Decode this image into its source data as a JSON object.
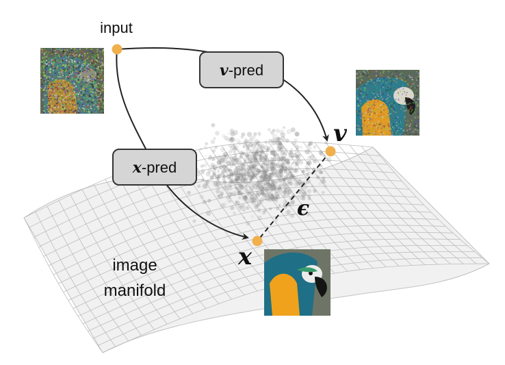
{
  "labels": {
    "input": "input",
    "manifold_line1": "image",
    "manifold_line2": "manifold",
    "v_pred_symbol": "v",
    "v_pred_suffix": "-pred",
    "x_pred_symbol": "x",
    "x_pred_suffix": "-pred",
    "v_point": "v",
    "x_point": "x",
    "epsilon": "ϵ"
  },
  "colors": {
    "point": "#f0b04e",
    "box_fill": "#d5d5d5",
    "box_stroke": "#333333",
    "arrow": "#222222",
    "grid": "#b8b8b8",
    "manifold_fill": "#f1f1f1",
    "scatter": "#8a8a8a"
  },
  "icons": {
    "input_image": "noisy-parrot-image",
    "v_image": "slightly-noisy-parrot-image",
    "x_image": "clean-parrot-image"
  }
}
